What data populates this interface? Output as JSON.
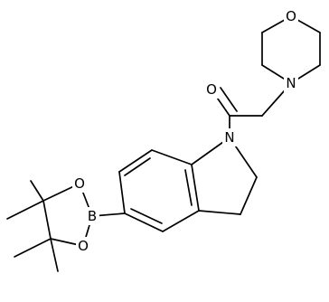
{
  "diagram": {
    "kind": "skeletal-structure",
    "colors": {
      "bond": "#000000",
      "label": "#000000",
      "background": "#ffffff"
    },
    "atom_labels": {
      "morpholine_o": "O",
      "morpholine_n": "N",
      "carbonyl_o": "O",
      "indoline_n": "N",
      "boron": "B",
      "dioxaborolane_o_upper": "O",
      "dioxaborolane_o_lower": "O"
    }
  }
}
